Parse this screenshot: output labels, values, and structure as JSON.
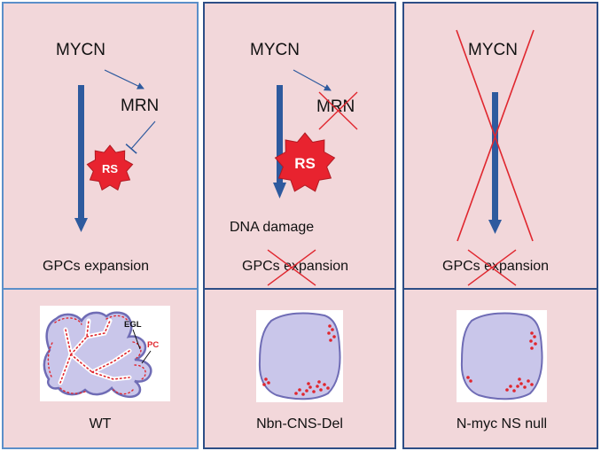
{
  "colors": {
    "panel_fill": "#f2d7da",
    "panel_border": "#2e63a8",
    "arrow_blue": "#2e5a9e",
    "cross_red": "#e0262e",
    "rs_red": "#e8232f",
    "tissue_fill": "#c9c6ea",
    "tissue_border": "#6f6cb5",
    "pc_dot": "#e0262e"
  },
  "panels": [
    {
      "mycn": "MYCN",
      "mrn": "MRN",
      "rs": "RS",
      "outcome": "GPCs expansion",
      "egl": "EGL",
      "pc": "PC",
      "caption": "WT"
    },
    {
      "mycn": "MYCN",
      "mrn": "MRN",
      "rs": "RS",
      "dna_damage": "DNA damage",
      "outcome": "GPCs expansion",
      "caption": "Nbn-CNS-Del"
    },
    {
      "mycn": "MYCN",
      "outcome": "GPCs expansion",
      "caption": "N-myc NS null"
    }
  ]
}
